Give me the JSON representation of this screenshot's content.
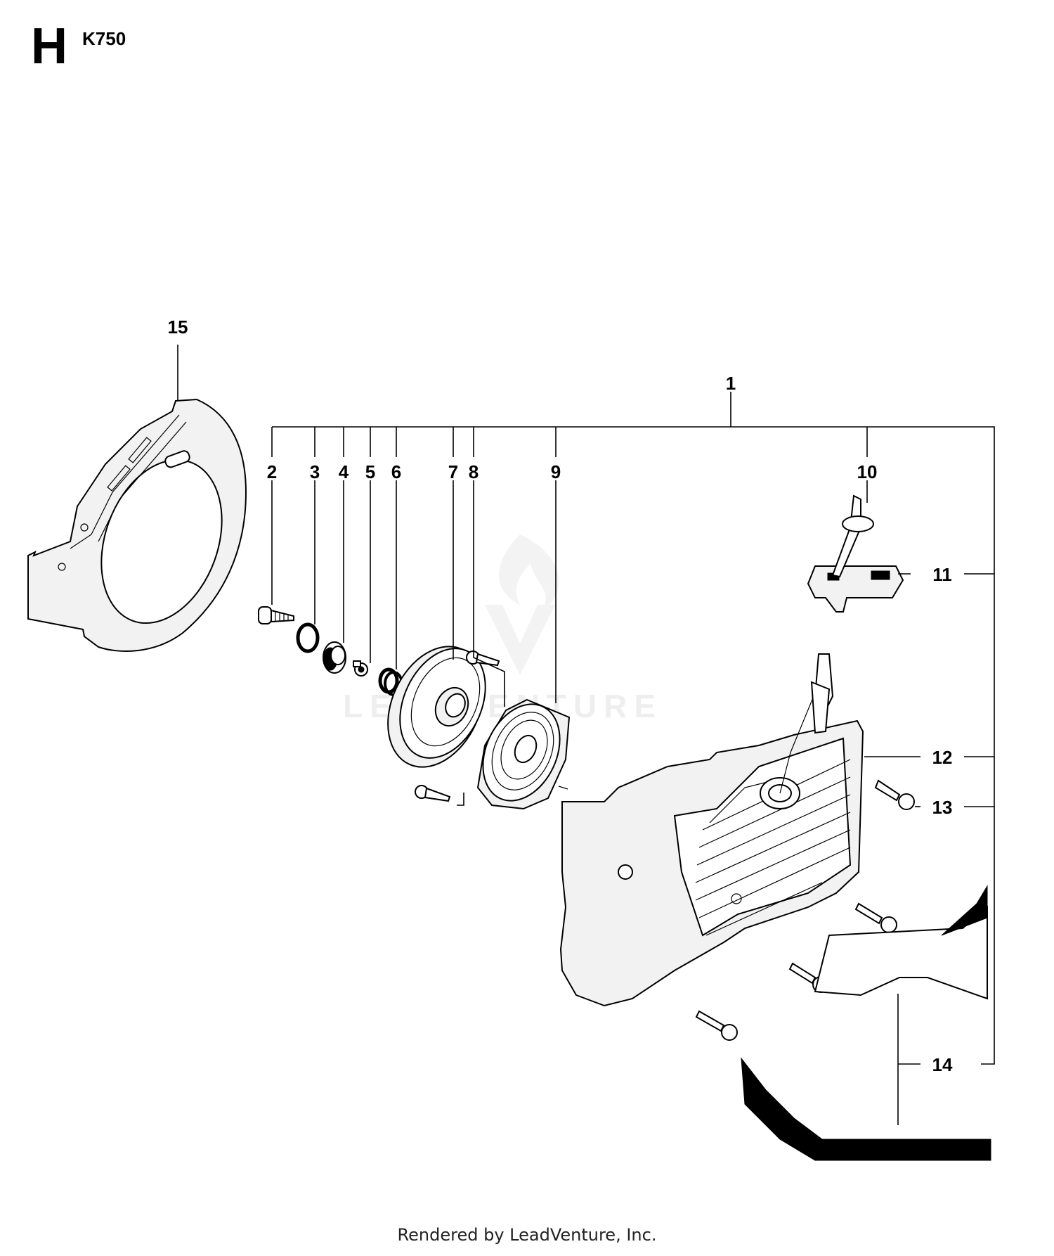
{
  "header": {
    "section": "H",
    "model": "K750"
  },
  "watermark": "LEADVENTURE",
  "footer": "Rendered by LeadVenture, Inc.",
  "callouts": {
    "c1": "1",
    "c2": "2",
    "c3": "3",
    "c4": "4",
    "c5": "5",
    "c6": "6",
    "c7": "7",
    "c8": "8",
    "c9": "9",
    "c10": "10",
    "c11": "11",
    "c12": "12",
    "c13": "13",
    "c14": "14",
    "c15": "15"
  }
}
